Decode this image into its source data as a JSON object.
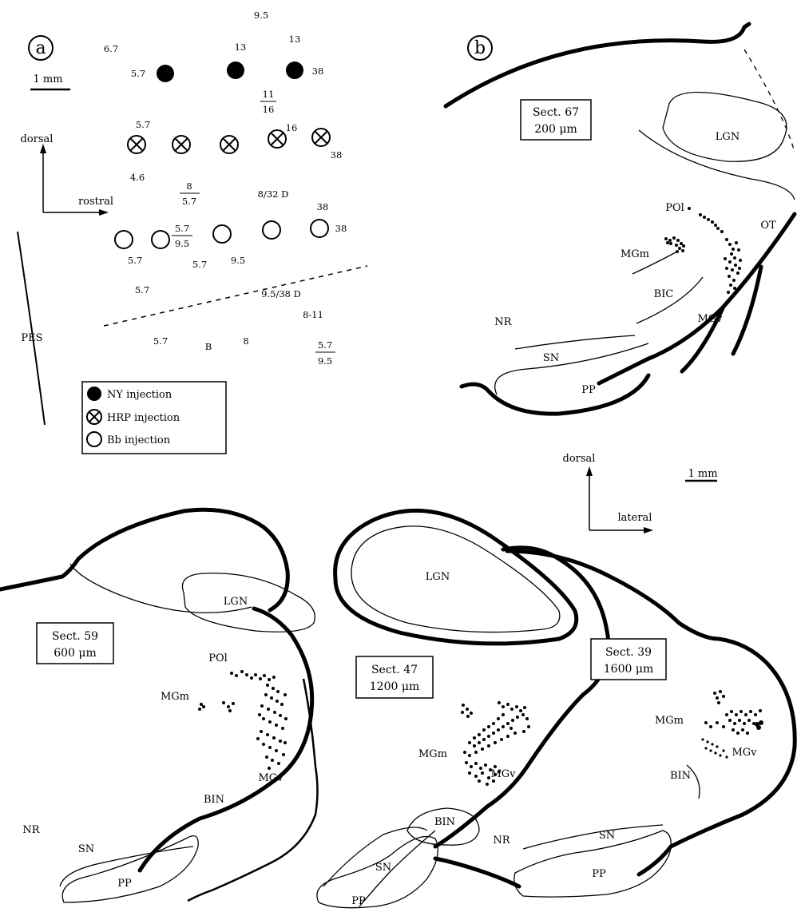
{
  "panel_a": {
    "label": "a",
    "scale_bar": "1 mm",
    "axis_dorsal": "dorsal",
    "axis_rostral": "rostral",
    "sulcus": "PES",
    "numbers": {
      "n_top": "9.5",
      "n_67": "6.7",
      "n_57a": "5.7",
      "n_13a": "13",
      "n_13b": "13",
      "n_38a": "38",
      "frac1_top": "11",
      "frac1_bot": "16",
      "n_57b": "5.7",
      "n_16": "16",
      "n_38b": "38",
      "n_46": "4.6",
      "frac2_top": "8",
      "frac2_bot": "5.7",
      "n_832": "8/32 D",
      "n_38c": "38",
      "frac3_top": "5.7",
      "frac3_bot": "9.5",
      "n_38d": "38",
      "n_57c": "5.7",
      "n_57d": "5.7",
      "n_95b": "9.5",
      "n_57e": "5.7",
      "n_9538": "9.5/38 D",
      "n_811": "8-11",
      "n_57f": "5.7",
      "n_B": "B",
      "n_8": "8",
      "frac4_top": "5.7",
      "frac4_bot": "9.5"
    },
    "legend": [
      {
        "label": "NY injection"
      },
      {
        "label": "HRP injection"
      },
      {
        "label": "Bb injection"
      }
    ]
  },
  "panel_b": {
    "label": "b",
    "section": {
      "title": "Sect. 67",
      "depth": "200 μm"
    },
    "regions": {
      "lgn": "LGN",
      "poi": "POl",
      "ot": "OT",
      "mgm": "MGm",
      "bic": "BIC",
      "mgv": "MGv",
      "nr": "NR",
      "sn": "SN",
      "pp": "PP"
    }
  },
  "orientation": {
    "dorsal": "dorsal",
    "lateral": "lateral",
    "scale_bar": "1 mm"
  },
  "section_59": {
    "section": {
      "title": "Sect. 59",
      "depth": "600 μm"
    },
    "regions": {
      "lgn": "LGN",
      "poi": "POl",
      "mgm": "MGm",
      "mgv": "MGv",
      "bin": "BIN",
      "nr": "NR",
      "sn": "SN",
      "pp": "PP"
    }
  },
  "section_47": {
    "section": {
      "title": "Sect. 47",
      "depth": "1200 μm"
    },
    "regions": {
      "lgn": "LGN",
      "mgm": "MGm",
      "mgv": "MGv",
      "bin": "BIN",
      "nr": "NR",
      "sn": "SN",
      "pp": "PP"
    }
  },
  "section_39": {
    "section": {
      "title": "Sect. 39",
      "depth": "1600 μm"
    },
    "regions": {
      "mgm": "MGm",
      "mgv": "MGv",
      "bin": "BIN",
      "sn": "SN",
      "pp": "PP"
    }
  }
}
